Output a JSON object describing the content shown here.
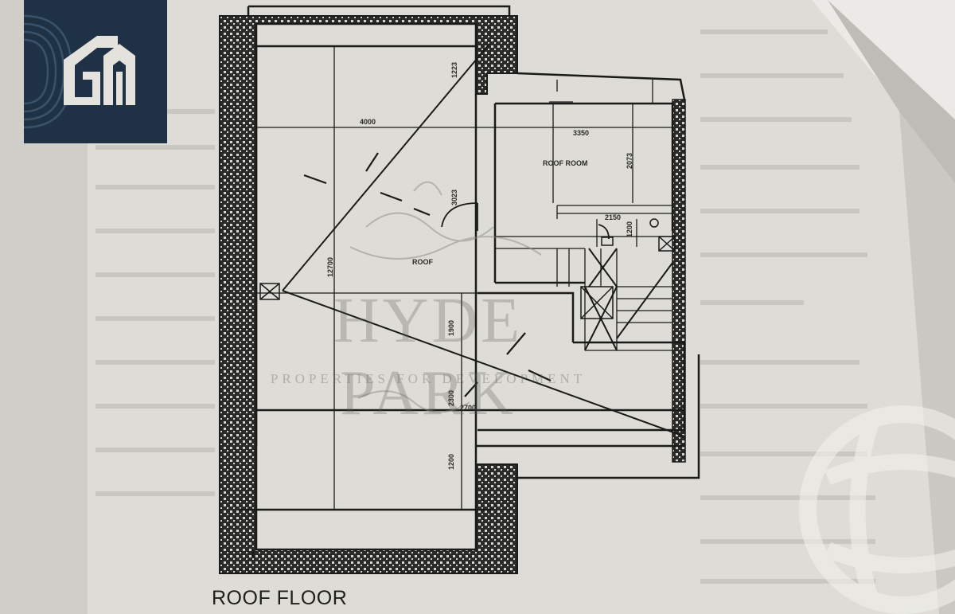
{
  "plan": {
    "caption": "ROOF FLOOR",
    "room_labels": {
      "roof_room": "ROOF ROOM",
      "roof": "ROOF"
    },
    "dimensions": {
      "roof_width": "4000",
      "roof_room_width": "3350",
      "bath_width": "2150",
      "lower_width": "2700",
      "top_height": "1223",
      "middle_height": "3023",
      "left_height": "12700",
      "center_height": "1900",
      "lower_height": "2300",
      "bottom_height": "1200",
      "room_height": "2073",
      "wc_height": "1200"
    }
  },
  "watermark": {
    "title": "HYDE PARK",
    "subtitle": "PROPERTIES FOR DEVELOPMENT"
  },
  "colors": {
    "logo_bg": "#1f3144",
    "paper": "#dcdbd5",
    "ink": "#1a1a18"
  },
  "icons": {
    "logo": "gm-brand-logo",
    "stamp": "globe-watermark"
  }
}
